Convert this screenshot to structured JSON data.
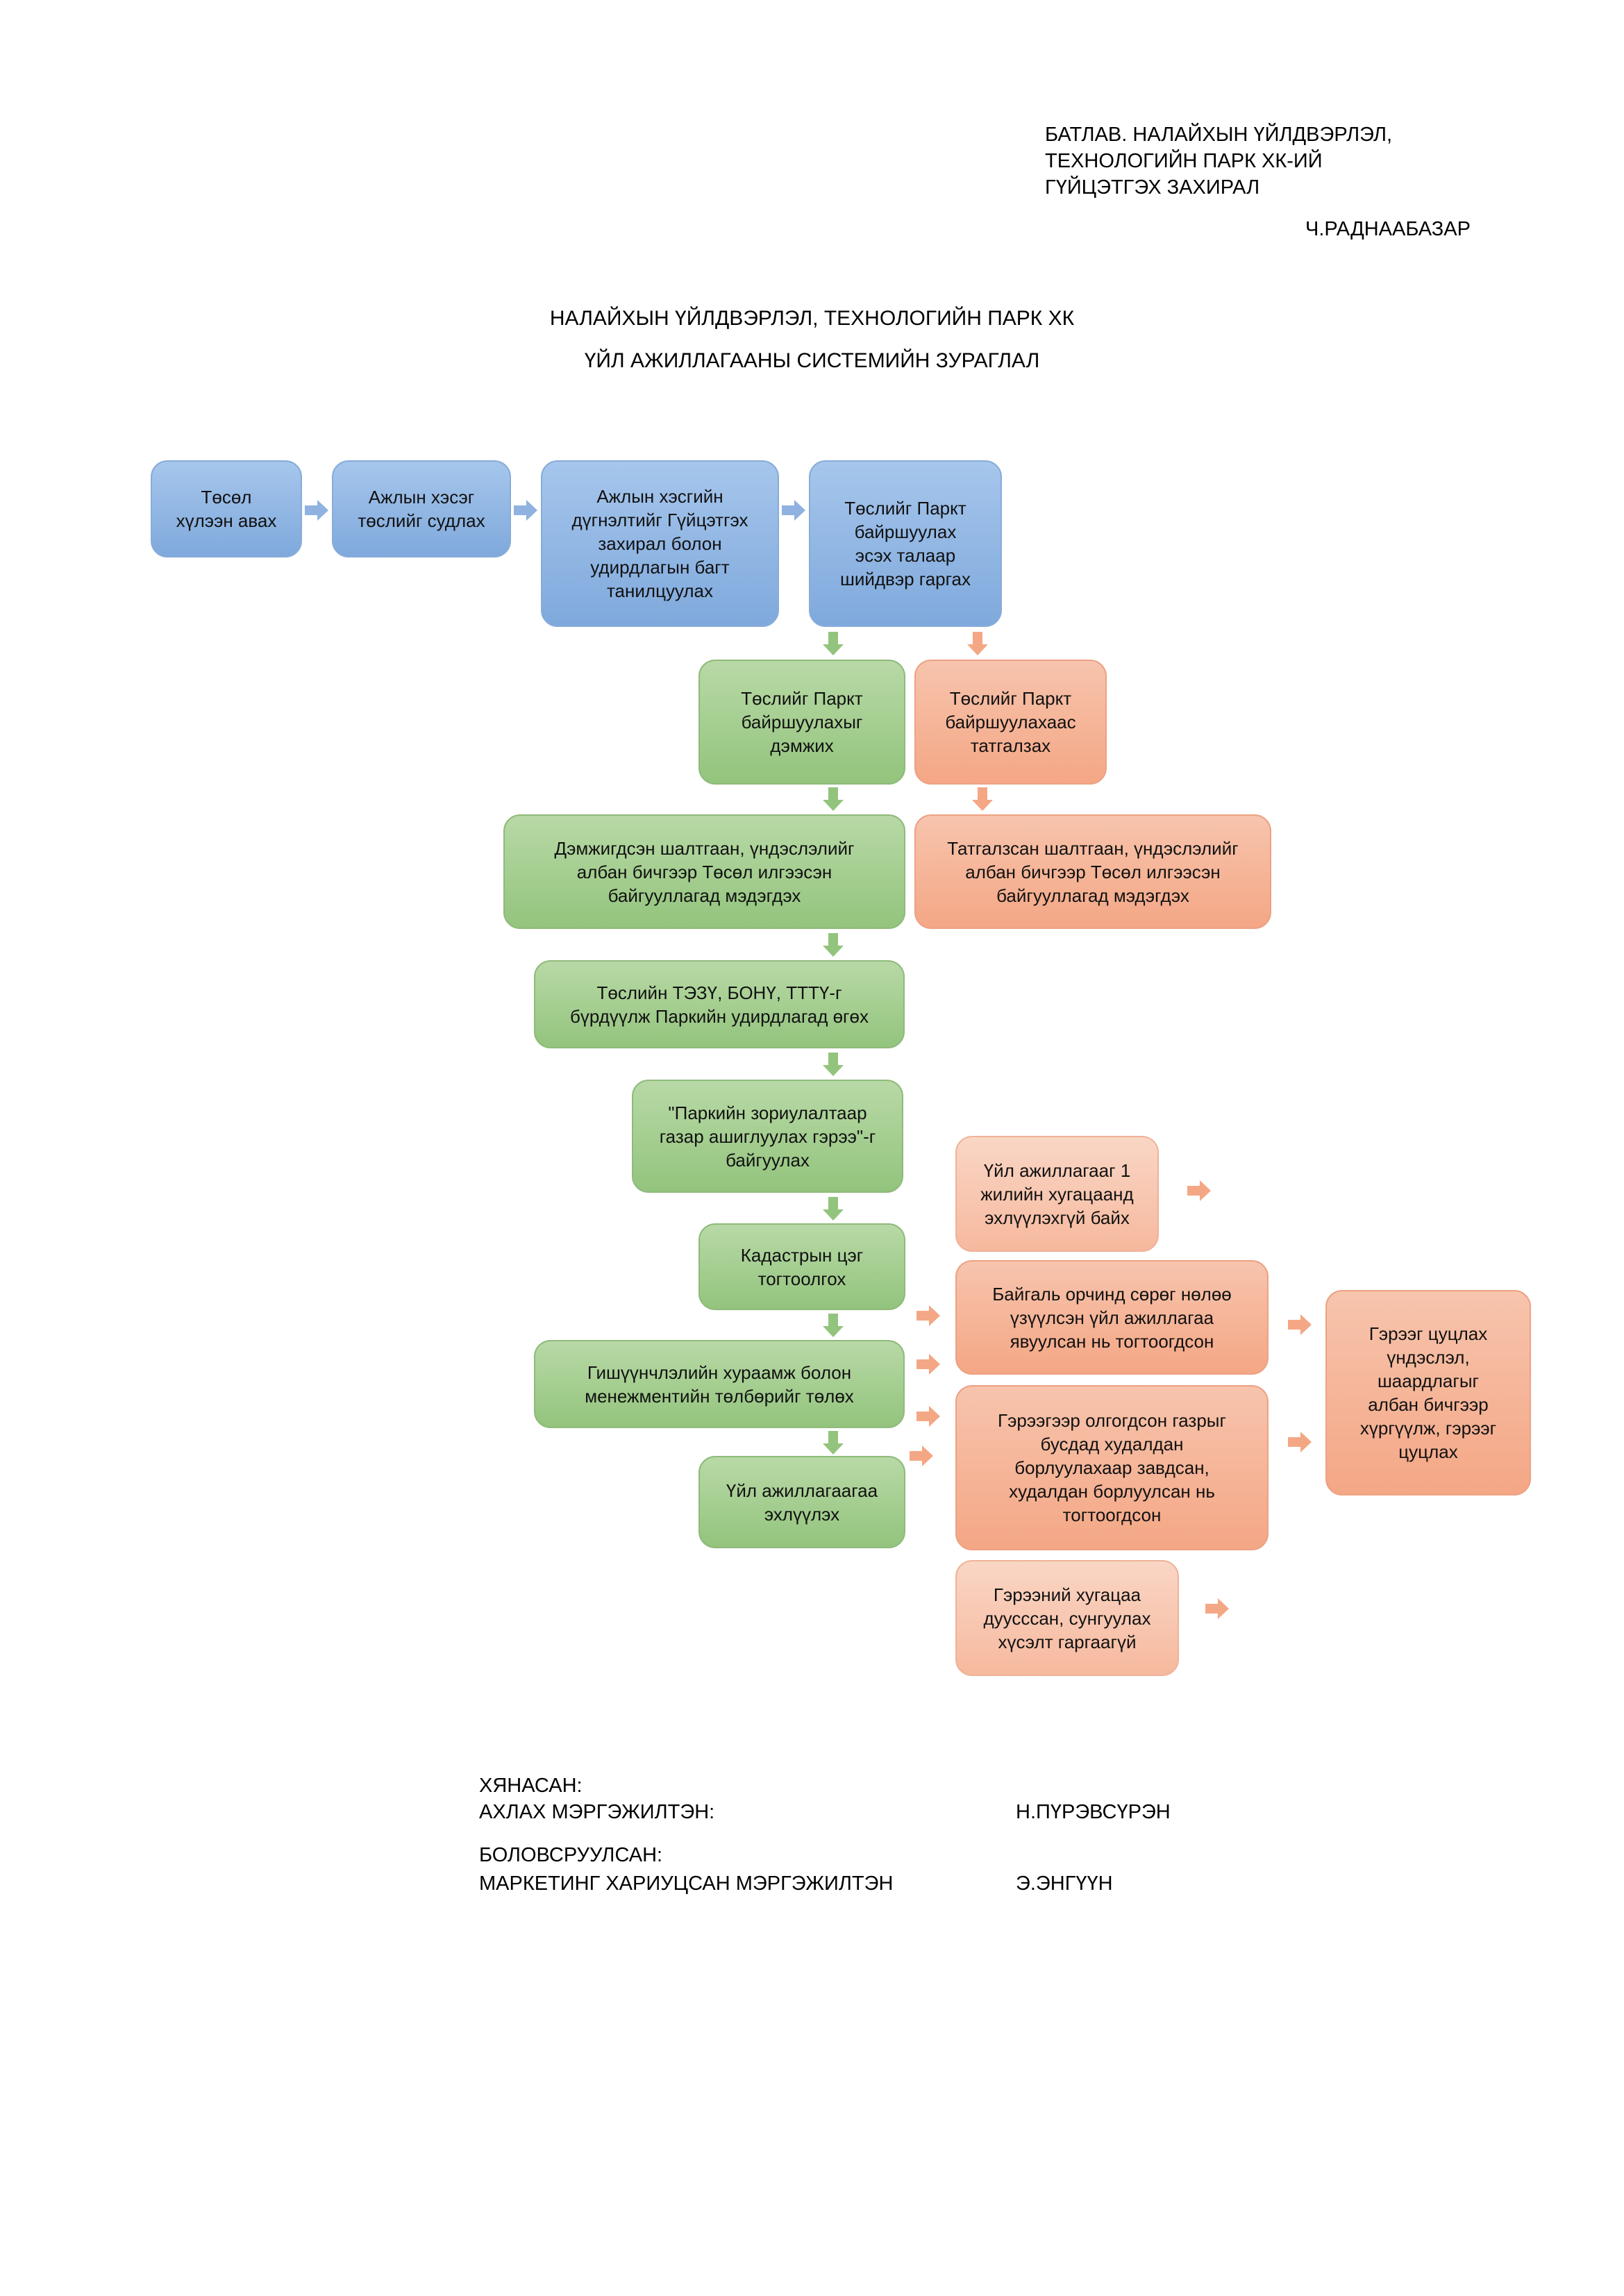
{
  "approval": {
    "lines": [
      "БАТЛАВ. НАЛАЙХЫН ҮЙЛДВЭРЛЭЛ,",
      "ТЕХНОЛОГИЙН ПАРК ХК-ИЙ",
      "ГҮЙЦЭТГЭХ ЗАХИРАЛ"
    ],
    "name": "Ч.РАДНААБАЗАР"
  },
  "title": {
    "line1": "НАЛАЙХЫН ҮЙЛДВЭРЛЭЛ, ТЕХНОЛОГИЙН ПАРК ХК",
    "line2": "ҮЙЛ АЖИЛЛАГААНЫ СИСТЕМИЙН ЗУРАГЛАЛ"
  },
  "boxes": {
    "b1": "Төсөл\nхүлээн авах",
    "b2": "Ажлын хэсэг\nтөслийг судлах",
    "b3": "Ажлын хэсгийн\nдүгнэлтийг Гүйцэтгэх\nзахирал болон\nудирдлагын багт\nтанилцуулах",
    "b4": "Төслийг Паркт\nбайршуулах\nэсэх талаар\nшийдвэр гаргах",
    "g1": "Төслийг Паркт\nбайршуулахыг\nдэмжих",
    "o1": "Төслийг Паркт\nбайршуулахаас\nтатгалзах",
    "g2": "Дэмжигдсэн шалтгаан, үндэслэлийг\nалбан бичгээр Төсөл илгээсэн\nбайгууллагад мэдэгдэх",
    "o2": "Татгалзсан шалтгаан, үндэслэлийг\nалбан бичгээр Төсөл илгээсэн\nбайгууллагад мэдэгдэх",
    "g3": "Төслийн ТЭЗҮ, БОНҮ, ТТТҮ-г\nбүрдүүлж Паркийн удирдлагад өгөх",
    "g4": "\"Паркийн зориулалтаар\nгазар ашиглуулах гэрээ\"-г\nбайгуулах",
    "g5": "Кадастрын цэг\nтогтоолгох",
    "g6": "Гишүүнчлэлийн хураамж болон\nменежментийн төлбөрийг төлөх",
    "g7": "Үйл ажиллагаагаа\nэхлүүлэх",
    "o3": "Үйл ажиллагааг 1\nжилийн хугацаанд\nэхлүүлэхгүй байх",
    "o4": "Байгаль орчинд сөрөг нөлөө\nүзүүлсэн үйл ажиллагаа\nявуулсан нь тогтоогдсон",
    "o5": "Гэрээгээр олгогдсон газрыг\nбусдад худалдан\nборлуулахаар завдсан,\nхудалдан борлуулсан нь\nтогтоогдсон",
    "o6": "Гэрээний хугацаа\nдуусссан, сунгуулах\nхүсэлт гаргаагүй",
    "o7": "Гэрээг цуцлах\nүндэслэл,\nшаардлагыг\nалбан бичгээр\nхүргүүлж, гэрээг\nцуцлах"
  },
  "signatures": {
    "reviewed_label": "ХЯНАСАН:",
    "reviewer_title": "АХЛАХ МЭРГЭЖИЛТЭН:",
    "reviewer_name": "Н.ПҮРЭВСҮРЭН",
    "prepared_label": "БОЛОВСРУУЛСАН:",
    "preparer_title": "МАРКЕТИНГ ХАРИУЦСАН МЭРГЭЖИЛТЭН",
    "preparer_name": "Э.ЭНГҮҮН"
  },
  "colors": {
    "blue_arrow": "#8fb2e0",
    "green_arrow": "#93c47d",
    "orange_arrow": "#f4a785"
  }
}
